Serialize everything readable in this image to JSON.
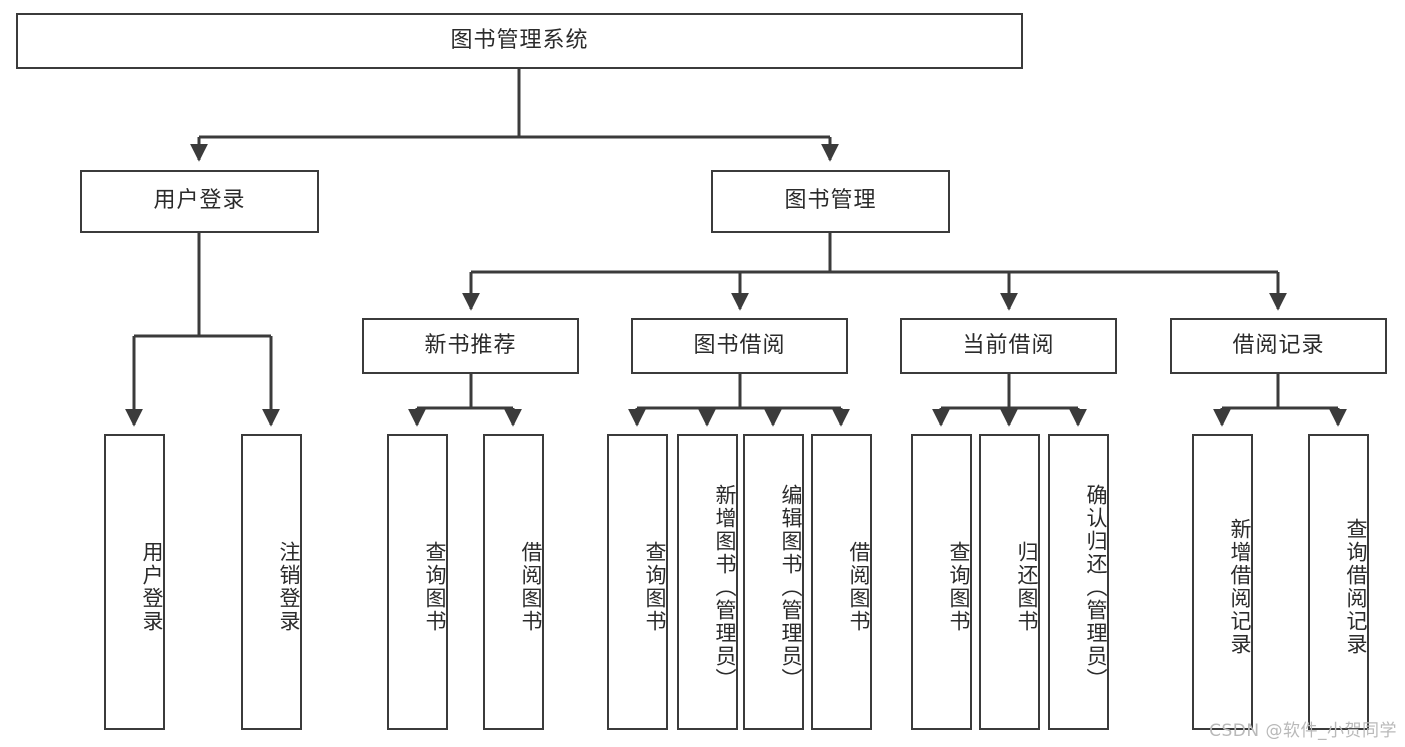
{
  "diagram": {
    "title": "图书管理系统",
    "type": "tree",
    "watermark": "CSDN @软件_小贺同学",
    "levels": {
      "root": {
        "label": "图书管理系统"
      },
      "level2": [
        {
          "label": "用户登录"
        },
        {
          "label": "图书管理"
        }
      ],
      "level3": [
        {
          "label": "新书推荐"
        },
        {
          "label": "图书借阅"
        },
        {
          "label": "当前借阅"
        },
        {
          "label": "借阅记录"
        }
      ],
      "leaves": {
        "user_login": [
          {
            "label": "用户登录"
          },
          {
            "label": "注销登录"
          }
        ],
        "new_book_recommend": [
          {
            "label": "查询图书"
          },
          {
            "label": "借阅图书"
          }
        ],
        "book_borrow": [
          {
            "label": "查询图书"
          },
          {
            "label": "新增图书（管理员）"
          },
          {
            "label": "编辑图书（管理员）"
          },
          {
            "label": "借阅图书"
          }
        ],
        "current_borrow": [
          {
            "label": "查询图书"
          },
          {
            "label": "归还图书"
          },
          {
            "label": "确认归还（管理员）"
          }
        ],
        "borrow_record": [
          {
            "label": "新增借阅记录"
          },
          {
            "label": "查询借阅记录"
          }
        ]
      }
    },
    "colors": {
      "box_border": "#3b3b3b",
      "box_fill": "#ffffff",
      "connector": "#3b3b3b",
      "text": "#2b2b2b",
      "watermark": "#b9b9b9"
    }
  }
}
